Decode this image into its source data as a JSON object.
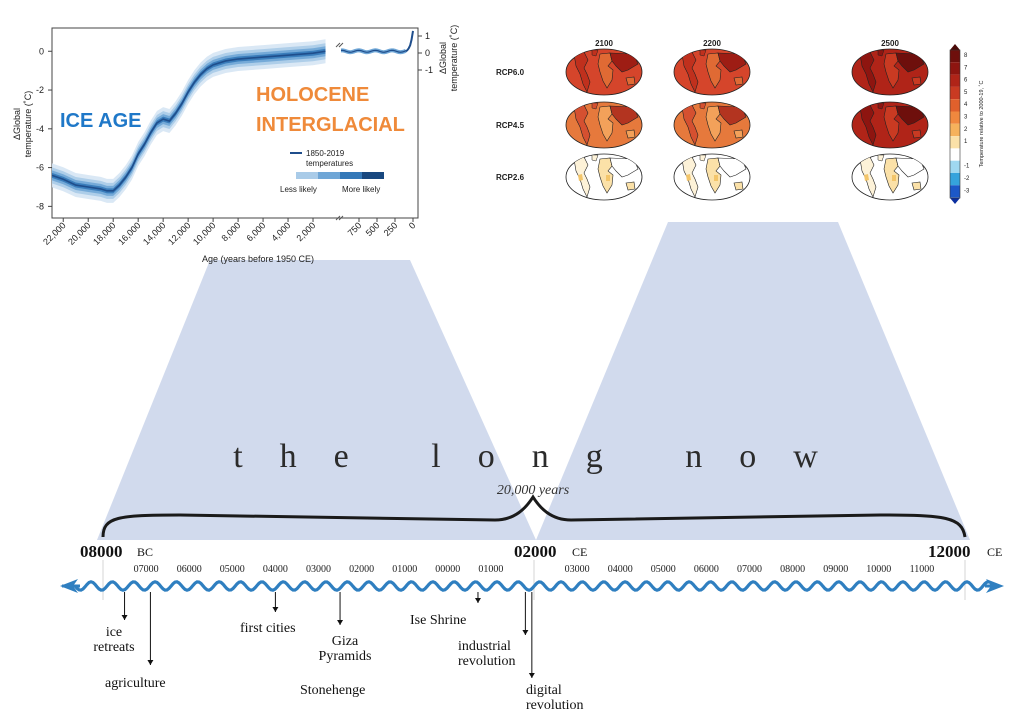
{
  "temperature_chart": {
    "y_label_left_line1": "ΔGlobal",
    "y_label_left_line2": "temperature (˚C)",
    "y_label_right_line1": "ΔGlobal",
    "y_label_right_line2": "temperature (˚C)",
    "x_label": "Age (years before 1950 CE)",
    "y_ticks": [
      "0",
      "-2",
      "-4",
      "-6",
      "-8"
    ],
    "right_y_ticks": [
      "1",
      "0",
      "-1"
    ],
    "x_ticks_main": [
      "22,000",
      "20,000",
      "18,000",
      "16,000",
      "14,000",
      "12,000",
      "10,000",
      "8,000",
      "6,000",
      "4,000",
      "2,000"
    ],
    "x_ticks_recent": [
      "750",
      "500",
      "250",
      "0"
    ],
    "ice_age_label": "ICE AGE",
    "holocene_label_line1": "HOLOCENE",
    "holocene_label_line2": "INTERGLACIAL",
    "legend_line_label_1": "1850-2019",
    "legend_line_label_2": "temperatures",
    "legend_less": "Less likely",
    "legend_more": "More likely",
    "colors": {
      "ice_age": "#1f78c8",
      "holocene": "#ef8a3a",
      "curve": "#1f4e8c",
      "band": "#8ab6dc"
    }
  },
  "chart_data": {
    "type": "line",
    "title": "",
    "xlabel": "Age (years before 1950 CE)",
    "ylabel": "ΔGlobal temperature (˚C)",
    "ylim": [
      -8.6,
      1.2
    ],
    "x_reversed": true,
    "series": [
      {
        "name": "",
        "x": [
          22900,
          22000,
          21000,
          20000,
          19000,
          18500,
          18000,
          17500,
          17000,
          16500,
          16000,
          15500,
          15000,
          14500,
          14000,
          13500,
          13000,
          12500,
          12000,
          11500,
          11000,
          10500,
          10000,
          9000,
          8000,
          6000,
          4000,
          2000,
          1000
        ],
        "y": [
          -6.4,
          -6.6,
          -6.9,
          -7.0,
          -7.1,
          -7.2,
          -7.2,
          -6.9,
          -6.5,
          -6.0,
          -5.3,
          -4.8,
          -4.2,
          -3.7,
          -3.5,
          -3.6,
          -3.2,
          -2.7,
          -2.1,
          -1.6,
          -1.2,
          -0.9,
          -0.7,
          -0.5,
          -0.4,
          -0.3,
          -0.2,
          -0.1,
          0.0
        ]
      },
      {
        "name": "1850-2019 temperatures",
        "x": [
          100,
          80,
          60,
          40,
          20,
          0
        ],
        "y": [
          0.0,
          0.05,
          0.15,
          0.3,
          0.6,
          1.05
        ]
      }
    ]
  },
  "rcp_maps": {
    "columns": [
      "2100",
      "2200",
      "2500"
    ],
    "rows": [
      "RCP6.0",
      "RCP4.5",
      "RCP2.6"
    ],
    "colorbar_ticks": [
      "8",
      "7",
      "6",
      "5",
      "4",
      "3",
      "2",
      "1",
      "-1",
      "-2",
      "-3"
    ],
    "colorbar_label": "Temperature relative to 2000-19, ˚C"
  },
  "timeline": {
    "title": "the long now",
    "span_label": "20,000 years",
    "start_year": "08000",
    "start_era": "BC",
    "mid_year": "02000",
    "mid_era": "CE",
    "end_year": "12000",
    "end_era": "CE",
    "ticks": [
      "07000",
      "06000",
      "05000",
      "04000",
      "03000",
      "02000",
      "01000",
      "00000",
      "01000",
      "03000",
      "04000",
      "05000",
      "06000",
      "07000",
      "08000",
      "09000",
      "10000",
      "11000"
    ],
    "events": [
      {
        "line1": "ice",
        "line2": "retreats"
      },
      {
        "line1": "agriculture",
        "line2": ""
      },
      {
        "line1": "first cities",
        "line2": ""
      },
      {
        "line1": "Giza",
        "line2": "Pyramids"
      },
      {
        "line1": "Stonehenge",
        "line2": ""
      },
      {
        "line1": "Ise Shrine",
        "line2": ""
      },
      {
        "line1": "industrial",
        "line2": "revolution"
      },
      {
        "line1": "digital",
        "line2": "revolution"
      }
    ]
  }
}
